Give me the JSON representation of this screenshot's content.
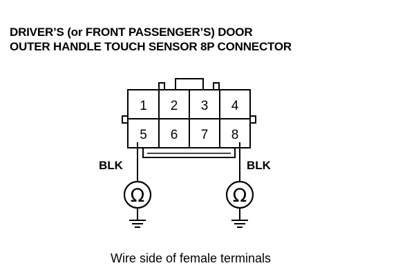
{
  "title": {
    "line1": "DRIVER’S (or FRONT PASSENGER’S) DOOR",
    "line2": "OUTER HANDLE TOUCH SENSOR 8P CONNECTOR"
  },
  "connector": {
    "pins_top": [
      "1",
      "2",
      "3",
      "4"
    ],
    "pins_bottom": [
      "5",
      "6",
      "7",
      "8"
    ]
  },
  "wires": {
    "left": {
      "pin": "5",
      "color_label": "BLK"
    },
    "right": {
      "pin": "8",
      "color_label": "BLK"
    }
  },
  "meter": {
    "symbol": "Ω"
  },
  "caption": "Wire side of female terminals"
}
